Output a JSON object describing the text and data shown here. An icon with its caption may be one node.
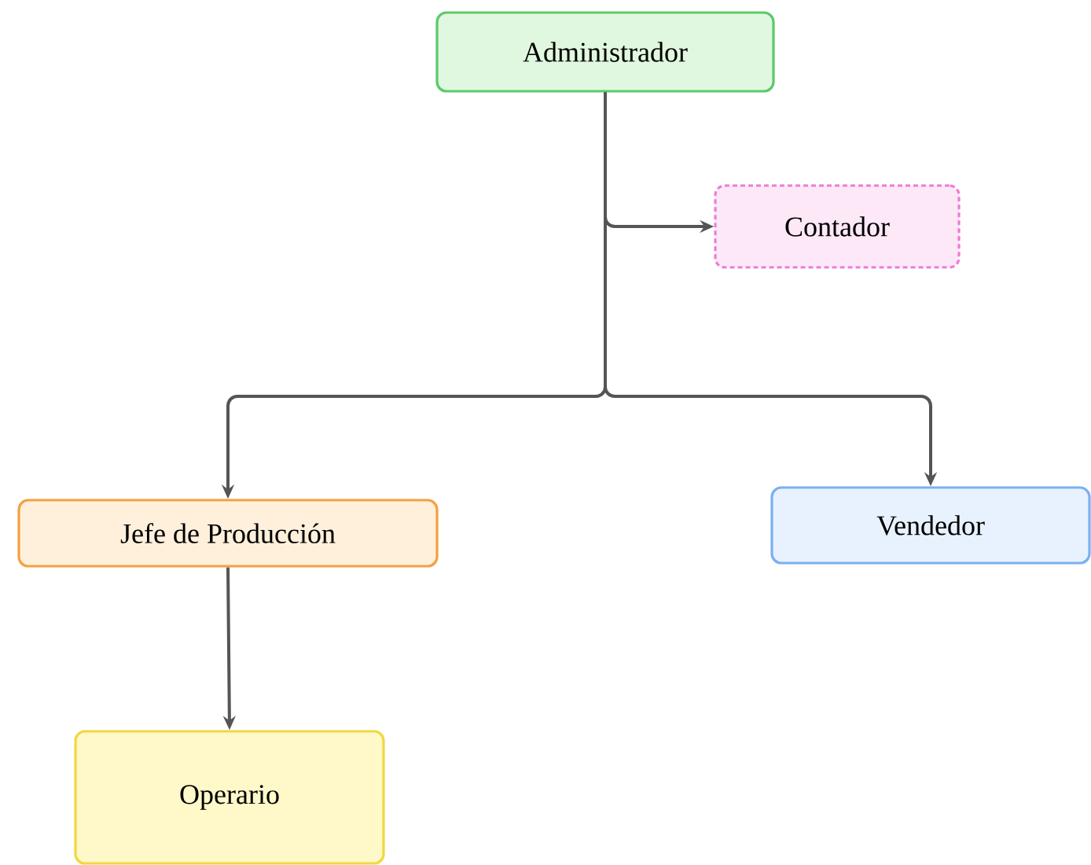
{
  "diagram": {
    "nodes": [
      {
        "text": [
          "Administrador"
        ]
      },
      {
        "text": [
          "Contador"
        ]
      },
      {
        "text": [
          "Jefe de Producción"
        ]
      },
      {
        "text": [
          "Vendedor"
        ]
      },
      {
        "text": [
          "Operario"
        ]
      }
    ],
    "edges": [
      {
        "from": 0,
        "to": 1,
        "arrow": "to"
      },
      {
        "from": 0,
        "to": 2,
        "arrow": "to"
      },
      {
        "from": 0,
        "to": 3,
        "arrow": "to"
      },
      {
        "from": 2,
        "to": 4,
        "arrow": "to"
      }
    ]
  }
}
